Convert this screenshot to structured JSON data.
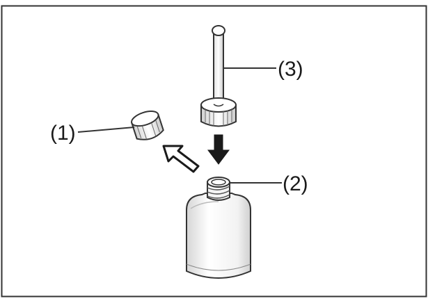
{
  "diagram": {
    "labels": {
      "cap": "(1)",
      "bottle": "(2)",
      "nozzle": "(3)"
    }
  }
}
